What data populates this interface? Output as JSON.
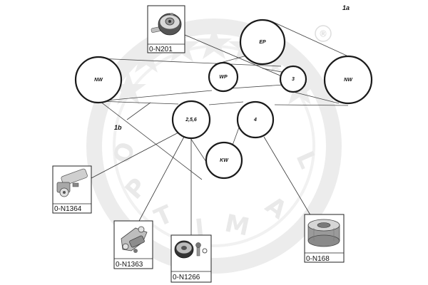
{
  "diagram": {
    "pulleys": [
      {
        "id": "nw-left",
        "label": "NW"
      },
      {
        "id": "ep",
        "label": "EP"
      },
      {
        "id": "wp",
        "label": "WP"
      },
      {
        "id": "p3",
        "label": "3"
      },
      {
        "id": "nw-right",
        "label": "NW"
      },
      {
        "id": "p256",
        "label": "2,5,6"
      },
      {
        "id": "p4",
        "label": "4"
      },
      {
        "id": "kw",
        "label": "KW"
      }
    ],
    "refs": {
      "belt_a": "1a",
      "belt_b": "1b"
    },
    "parts": [
      {
        "id": "n201",
        "code": "0-N201",
        "icon": "tensioner-pulley-icon"
      },
      {
        "id": "n1364",
        "code": "0-N1364",
        "icon": "belt-tensioner-icon"
      },
      {
        "id": "n1363",
        "code": "0-N1363",
        "icon": "tensioner-bracket-icon"
      },
      {
        "id": "n1266",
        "code": "0-N1266",
        "icon": "idler-pulley-kit-icon"
      },
      {
        "id": "n168",
        "code": "0-N168",
        "icon": "idler-roller-icon"
      }
    ],
    "watermark": {
      "letters": [
        "O",
        "P",
        "T",
        "I",
        "M",
        "A",
        "L"
      ],
      "mark": "®",
      "color": "#e9e9e9"
    }
  }
}
